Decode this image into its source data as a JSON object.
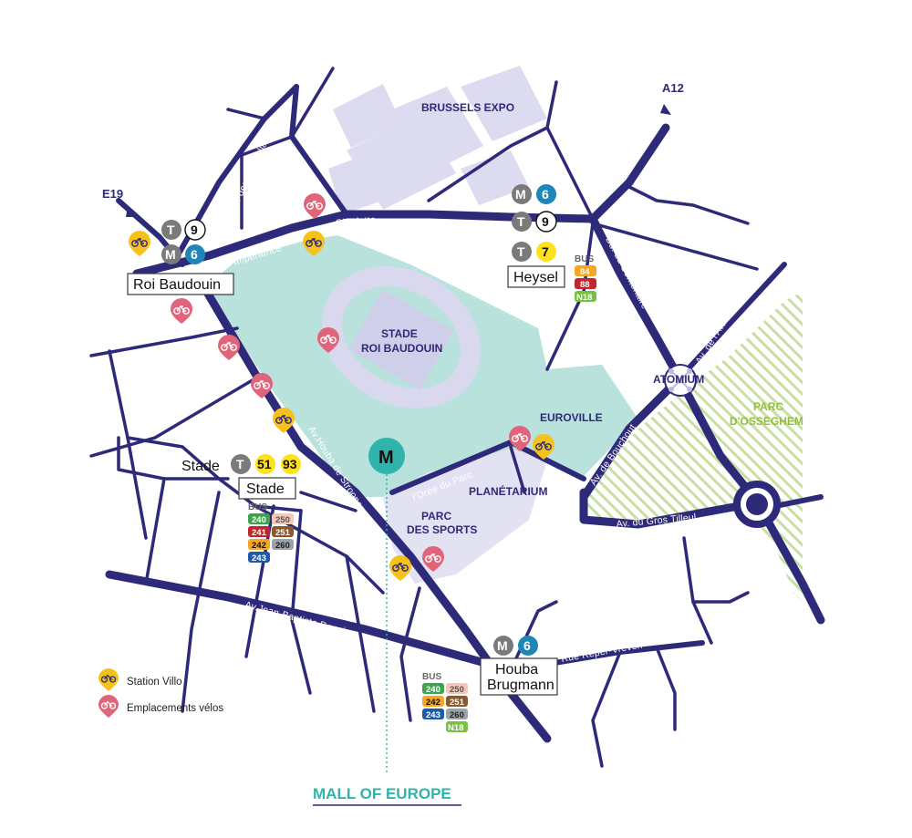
{
  "highways": [
    "E19",
    "A12"
  ],
  "streets": {
    "magnolias": "Av. des Magnolias",
    "imperatrice": "Av. Impératrice",
    "charlotte": "Charlotte",
    "centenaire": "Bd. du Centenaire",
    "atomium_av": "Av. de l'Atomium",
    "houba": "Av.Houba de Strooper",
    "oree": "l'Orée du Parc",
    "bouchout": "Av. de Bouchout",
    "gros_tilleul": "Av. du Gros Tilleul",
    "depaire": "Av.Jean-Baptiste Depaire",
    "reper": "Rue Reper-Vreven"
  },
  "areas": {
    "expo": "BRUSSELS EXPO",
    "stade_1": "STADE",
    "stade_2": "ROI BAUDOUIN",
    "euroville": "EUROVILLE",
    "atomium": "ATOMIUM",
    "osseghem_1": "PARC",
    "osseghem_2": "D'OSSEGHEM",
    "planetarium": "PLANÉTARIUM",
    "sports_1": "PARC",
    "sports_2": "DES SPORTS"
  },
  "stations": {
    "roi_baudouin": "Roi Baudouin",
    "heysel": "Heysel",
    "stade": "Stade",
    "houba_1": "Houba",
    "houba_2": "Brugmann"
  },
  "badges": {
    "metro": "M",
    "tram": "T",
    "line_6": "6",
    "line_9": "9",
    "line_7": "7",
    "line_51": "51",
    "line_93": "93"
  },
  "bus_heading": "BUS",
  "bus_lines": {
    "heysel": [
      "84",
      "88",
      "N18"
    ],
    "stade": [
      "240",
      "250",
      "241",
      "251",
      "242",
      "260",
      "243"
    ],
    "houba": [
      "240",
      "250",
      "242",
      "251",
      "243",
      "260",
      "N18"
    ]
  },
  "mall": {
    "marker": "M",
    "title": "MALL OF EUROPE"
  },
  "legend": {
    "villo": "Station Villo",
    "velos": "Emplacements vélos"
  },
  "colors": {
    "road": "#2e2a7a",
    "park": "#b9e2dc",
    "building": "#d9d8ef",
    "mall_teal": "#2fb3ab",
    "villo_yellow": "#f5c21b",
    "velo_pink": "#e0647a",
    "metro_gray": "#7a7a7a",
    "metro_blue": "#1f86b8",
    "line_7_yellow": "#ffe11a",
    "osseghem_green": "#9bc53d"
  },
  "icons": {
    "bike": "bike-icon",
    "location": "location-pin-icon"
  }
}
